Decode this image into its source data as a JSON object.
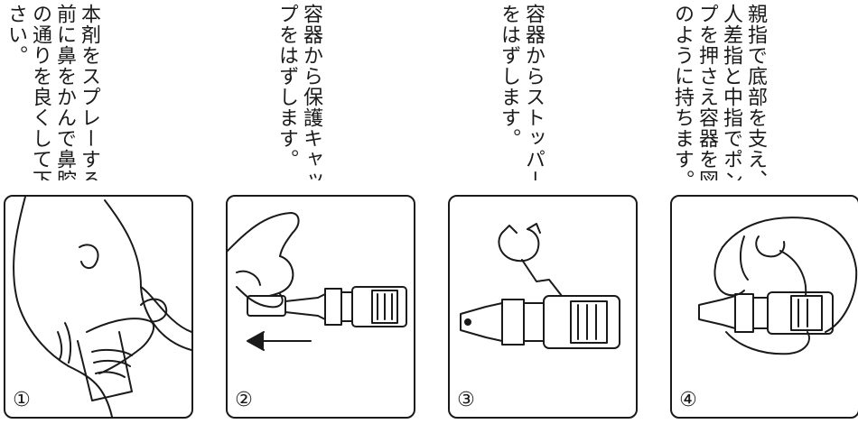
{
  "steps": [
    {
      "number": "①",
      "instruction": "本剤をスプレーする\n前に鼻をかんで鼻腔\nの通りを良くして下\nさい。",
      "illustration": "blowing-nose-illustration"
    },
    {
      "number": "②",
      "instruction": "容器から保護キャッ\nプをはずします。",
      "illustration": "remove-cap-illustration"
    },
    {
      "number": "③",
      "instruction": "容器からストッパー\nをはずします。",
      "illustration": "remove-stopper-illustration"
    },
    {
      "number": "④",
      "instruction": "親指で底部を支え、\n人差指と中指でポン\nプを押さえ容器を図\nのように持ちます。",
      "illustration": "hold-bottle-illustration"
    }
  ]
}
